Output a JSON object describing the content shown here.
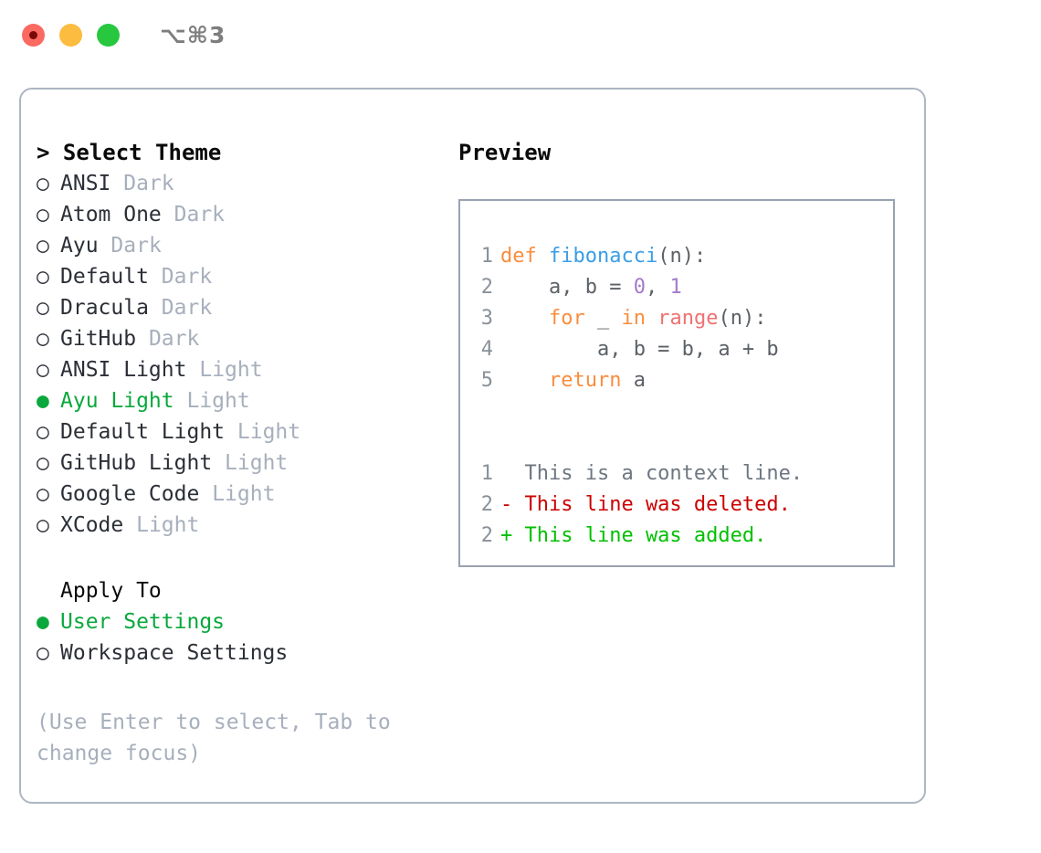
{
  "window": {
    "shortcut_label": "⌥⌘3",
    "traffic_lights": [
      {
        "name": "close-button",
        "color": "#FB6A60"
      },
      {
        "name": "minimize-button",
        "color": "#FCBC3F"
      },
      {
        "name": "maximize-button",
        "color": "#27C83F"
      }
    ]
  },
  "theme_panel": {
    "header": "> Select Theme",
    "items": [
      {
        "marker": "○",
        "name": "ANSI",
        "variant": "Dark",
        "selected": false
      },
      {
        "marker": "○",
        "name": "Atom One",
        "variant": "Dark",
        "selected": false
      },
      {
        "marker": "○",
        "name": "Ayu",
        "variant": "Dark",
        "selected": false
      },
      {
        "marker": "○",
        "name": "Default",
        "variant": "Dark",
        "selected": false
      },
      {
        "marker": "○",
        "name": "Dracula",
        "variant": "Dark",
        "selected": false
      },
      {
        "marker": "○",
        "name": "GitHub",
        "variant": "Dark",
        "selected": false
      },
      {
        "marker": "○",
        "name": "ANSI Light",
        "variant": "Light",
        "selected": false
      },
      {
        "marker": "●",
        "name": "Ayu Light",
        "variant": "Light",
        "selected": true
      },
      {
        "marker": "○",
        "name": "Default Light",
        "variant": "Light",
        "selected": false
      },
      {
        "marker": "○",
        "name": "GitHub Light",
        "variant": "Light",
        "selected": false
      },
      {
        "marker": "○",
        "name": "Google Code",
        "variant": "Light",
        "selected": false
      },
      {
        "marker": "○",
        "name": "XCode",
        "variant": "Light",
        "selected": false
      }
    ]
  },
  "apply_to": {
    "header": "Apply To",
    "options": [
      {
        "marker": "●",
        "label": "User Settings",
        "selected": true
      },
      {
        "marker": "○",
        "label": "Workspace Settings",
        "selected": false
      }
    ]
  },
  "hint": "(Use Enter to select, Tab to change focus)",
  "preview": {
    "header": "Preview",
    "code_lines": [
      {
        "num": "1",
        "tokens": [
          {
            "text": "def ",
            "cls": "tok-kw"
          },
          {
            "text": "fibonacci",
            "cls": "tok-fn"
          },
          {
            "text": "(n):",
            "cls": "tok-plain"
          }
        ]
      },
      {
        "num": "2",
        "tokens": [
          {
            "text": "    a, b = ",
            "cls": "tok-plain"
          },
          {
            "text": "0",
            "cls": "tok-num"
          },
          {
            "text": ", ",
            "cls": "tok-plain"
          },
          {
            "text": "1",
            "cls": "tok-num"
          }
        ]
      },
      {
        "num": "3",
        "tokens": [
          {
            "text": "    ",
            "cls": "tok-plain"
          },
          {
            "text": "for",
            "cls": "tok-kw"
          },
          {
            "text": " _ ",
            "cls": "tok-plain"
          },
          {
            "text": "in",
            "cls": "tok-kw"
          },
          {
            "text": " ",
            "cls": "tok-plain"
          },
          {
            "text": "range",
            "cls": "tok-builtin"
          },
          {
            "text": "(n):",
            "cls": "tok-plain"
          }
        ]
      },
      {
        "num": "4",
        "tokens": [
          {
            "text": "        a, b = b, a + b",
            "cls": "tok-plain"
          }
        ]
      },
      {
        "num": "5",
        "tokens": [
          {
            "text": "    ",
            "cls": "tok-plain"
          },
          {
            "text": "return",
            "cls": "tok-kw"
          },
          {
            "text": " a",
            "cls": "tok-plain"
          }
        ]
      }
    ],
    "diff_lines": [
      {
        "num": "1",
        "text": "  This is a context line.",
        "cls": "diff-ctx"
      },
      {
        "num": "2",
        "text": "- This line was deleted.",
        "cls": "diff-del"
      },
      {
        "num": "2",
        "text": "+ This line was added.",
        "cls": "diff-add"
      }
    ]
  },
  "colors": {
    "accent_green": "#0AA83C",
    "muted": "#A7AFBC",
    "border": "#AEB6C2",
    "code_border": "#98A2B0",
    "keyword": "#FA8D3E",
    "function": "#399EE6",
    "number": "#A37ACC",
    "builtin": "#F07171",
    "plain": "#5C6166",
    "line_number": "#8A9199",
    "diff_deleted": "#CC0000",
    "diff_added": "#00C000"
  }
}
